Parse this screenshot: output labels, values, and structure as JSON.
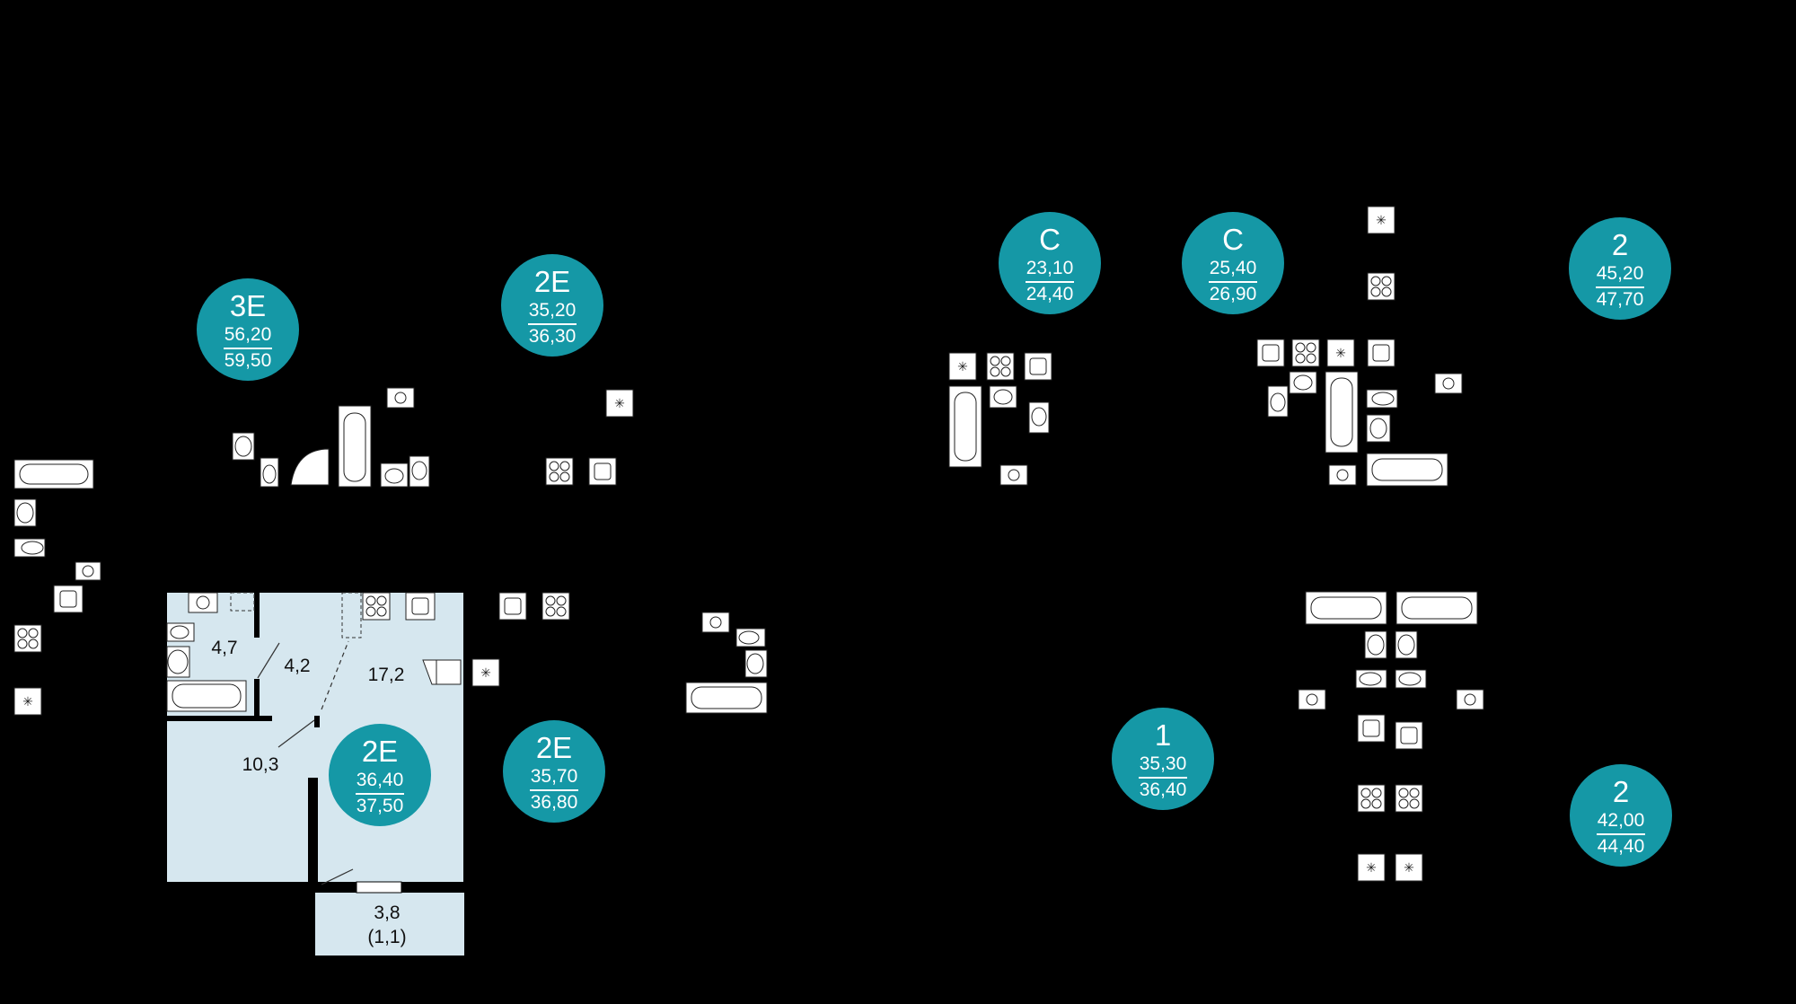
{
  "colors": {
    "background": "#000000",
    "badge": "#1598a6",
    "badge_text": "#ffffff",
    "highlight_fill": "#d6e7ef",
    "wall": "#000000",
    "fixture_fill": "#ffffff"
  },
  "units": [
    {
      "code": "3E",
      "area_living": "56,20",
      "area_total": "59,50"
    },
    {
      "code": "2E",
      "area_living": "35,20",
      "area_total": "36,30"
    },
    {
      "code": "C",
      "area_living": "23,10",
      "area_total": "24,40"
    },
    {
      "code": "C",
      "area_living": "25,40",
      "area_total": "26,90"
    },
    {
      "code": "2",
      "area_living": "45,20",
      "area_total": "47,70"
    },
    {
      "code": "2E",
      "area_living": "36,40",
      "area_total": "37,50",
      "highlighted": true
    },
    {
      "code": "2E",
      "area_living": "35,70",
      "area_total": "36,80"
    },
    {
      "code": "1",
      "area_living": "35,30",
      "area_total": "36,40"
    },
    {
      "code": "2",
      "area_living": "42,00",
      "area_total": "44,40"
    }
  ],
  "rooms": {
    "bathroom": "4,7",
    "hall": "4,2",
    "kitchen_living": "17,2",
    "bedroom": "10,3",
    "balcony_area": "3,8",
    "balcony_reduced": "(1,1)"
  },
  "icons": {
    "bathtub": "bathtub-icon",
    "sink": "sink-icon",
    "toilet": "toilet-icon",
    "stove": "stove-icon",
    "washer": "washing-machine-icon",
    "vent": "ventilation-icon",
    "shower": "shower-tray-icon"
  }
}
